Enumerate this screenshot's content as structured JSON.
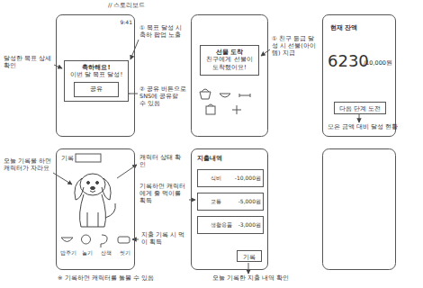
{
  "diagram": {
    "nodes": [
      {
        "text": [
          "9:41"
        ]
      },
      {
        "text": [
          "축하해요!",
          "이번 달 목표 달성!"
        ],
        "in": 0
      },
      {
        "text": [
          "공유"
        ],
        "in": 1
      },
      {
        "text": [
          "선물 도착",
          "친구에게 선물이 도착했어요!"
        ]
      },
      {
        "text": [
          "현재 잔액",
          "6230",
          "/10,000원"
        ]
      },
      {
        "text": [
          "다음 단계 도전"
        ],
        "in": 4
      },
      {
        "text": [
          "기록",
          "밥주기",
          "놀기",
          "산책",
          "씻기"
        ]
      },
      {
        "text": [
          "지출내역"
        ]
      },
      {
        "text": [
          "식비",
          "-10,000원"
        ],
        "in": 7
      },
      {
        "text": [
          "교통",
          "-5,000원"
        ],
        "in": 7
      },
      {
        "text": [
          "생활용품",
          "-3,000원"
        ],
        "in": 7
      },
      {
        "text": [
          "기록"
        ],
        "in": 7
      }
    ],
    "labels": [
      "// 스토리보드",
      "달성한 목표 상세 확인",
      "① 목표 달성 시 축하 팝업 노출",
      "② 공유 버튼으로 SNS에 공유할 수 있음",
      "① 친구 등급 달성 시 선물(아이템) 지급",
      "모은 금액 대비 달성 현황",
      "오늘 기록을 하면 캐릭터가 자라요",
      "캐릭터 상태 확인",
      "※ 기록하면 캐릭터를 돌볼 수 있음",
      "지출 기록 시 먹이 획득",
      "기록하면 캐릭터에게 줄 먹이를 획득",
      "오늘 기록한 지출 내역 확인"
    ]
  }
}
